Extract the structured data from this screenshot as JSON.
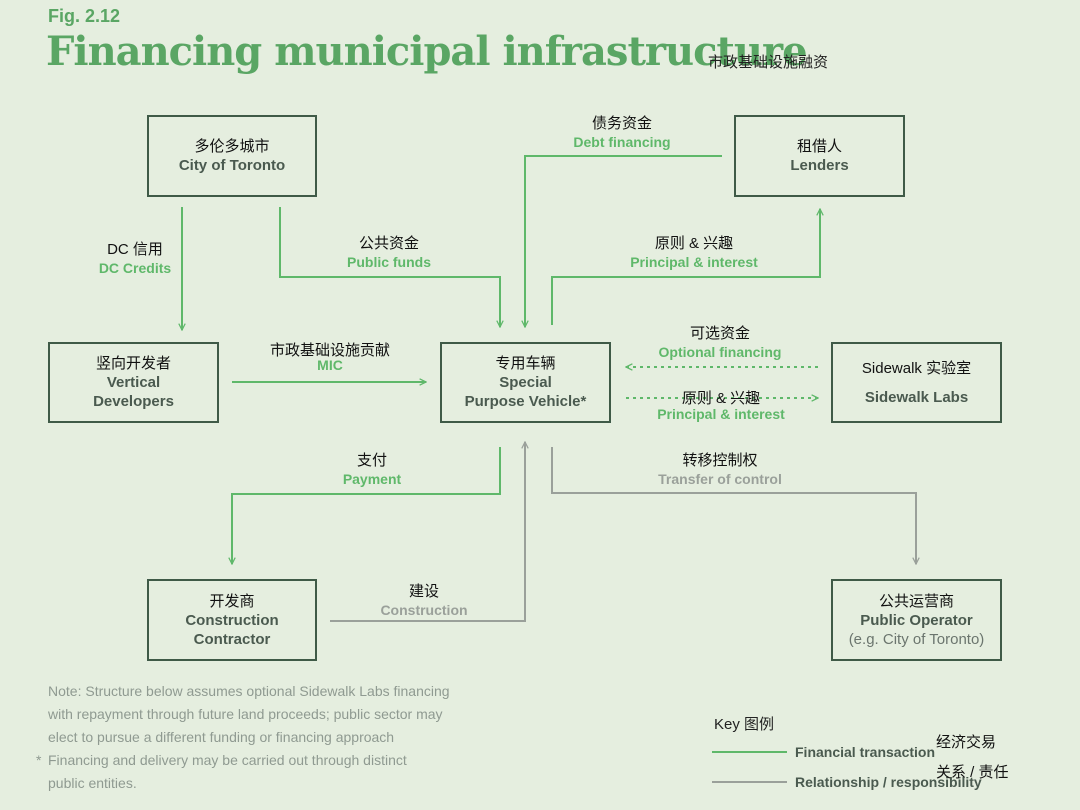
{
  "figure": {
    "label": "Fig. 2.12",
    "title": "Financing municipal infrastructure",
    "title_cn": "市政基础设施融资"
  },
  "nodes": {
    "toronto": {
      "cn": "多伦多城市",
      "en": "City of Toronto"
    },
    "lenders": {
      "cn": "租借人",
      "en": "Lenders"
    },
    "vertical": {
      "cn": "竖向开发者",
      "en1": "Vertical",
      "en2": "Developers"
    },
    "spv": {
      "cn": "专用车辆",
      "en1": "Special",
      "en2": "Purpose Vehicle*"
    },
    "sidewalk": {
      "cn": "Sidewalk 实验室",
      "en": "Sidewalk Labs"
    },
    "contractor": {
      "cn": "开发商",
      "en1": "Construction",
      "en2": "Contractor"
    },
    "operator": {
      "cn": "公共运营商",
      "en1": "Public Operator",
      "en2": "(e.g. City of Toronto)"
    }
  },
  "flows": {
    "debt": {
      "cn": "债务资金",
      "en": "Debt financing"
    },
    "dc": {
      "cn": "DC 信用",
      "en": "DC Credits"
    },
    "public_funds": {
      "cn": "公共资金",
      "en": "Public funds"
    },
    "principal_top": {
      "cn": "原则 & 兴趣",
      "en": "Principal & interest"
    },
    "mic": {
      "cn": "市政基础设施贡献",
      "en": "MIC"
    },
    "optional": {
      "cn": "可选资金",
      "en": "Optional financing"
    },
    "principal_mid": {
      "cn": "原则 & 兴趣",
      "en": "Principal & interest"
    },
    "payment": {
      "cn": "支付",
      "en": "Payment"
    },
    "transfer": {
      "cn": "转移控制权",
      "en": "Transfer of control"
    },
    "construction": {
      "cn": "建设",
      "en": "Construction"
    }
  },
  "note": {
    "line1": "Note: Structure below assumes optional Sidewalk Labs financing",
    "line2": "with repayment through future land proceeds; public sector may",
    "line3": "elect to pursue a different funding or financing approach",
    "star": "*",
    "line4": "Financing and delivery may be carried out through distinct",
    "line5": "public entities."
  },
  "key": {
    "title": "Key 图例",
    "financial": "Financial transaction",
    "relationship": "Relationship / responsibility",
    "financial_cn": "经济交易",
    "relationship_cn": "关系 / 责任"
  },
  "colors": {
    "background": "#e5eedf",
    "accent_green": "#5fb86a",
    "relationship_gray": "#9aa09a",
    "box_border": "#3f5a47"
  }
}
